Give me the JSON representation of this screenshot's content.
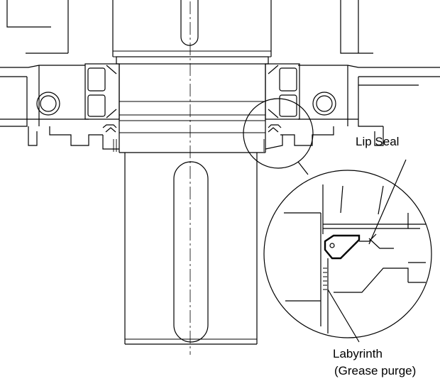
{
  "callouts": {
    "lip_seal": "Lip Seal",
    "labyrinth": "Labyrinth",
    "grease_purge": "(Grease purge)"
  }
}
